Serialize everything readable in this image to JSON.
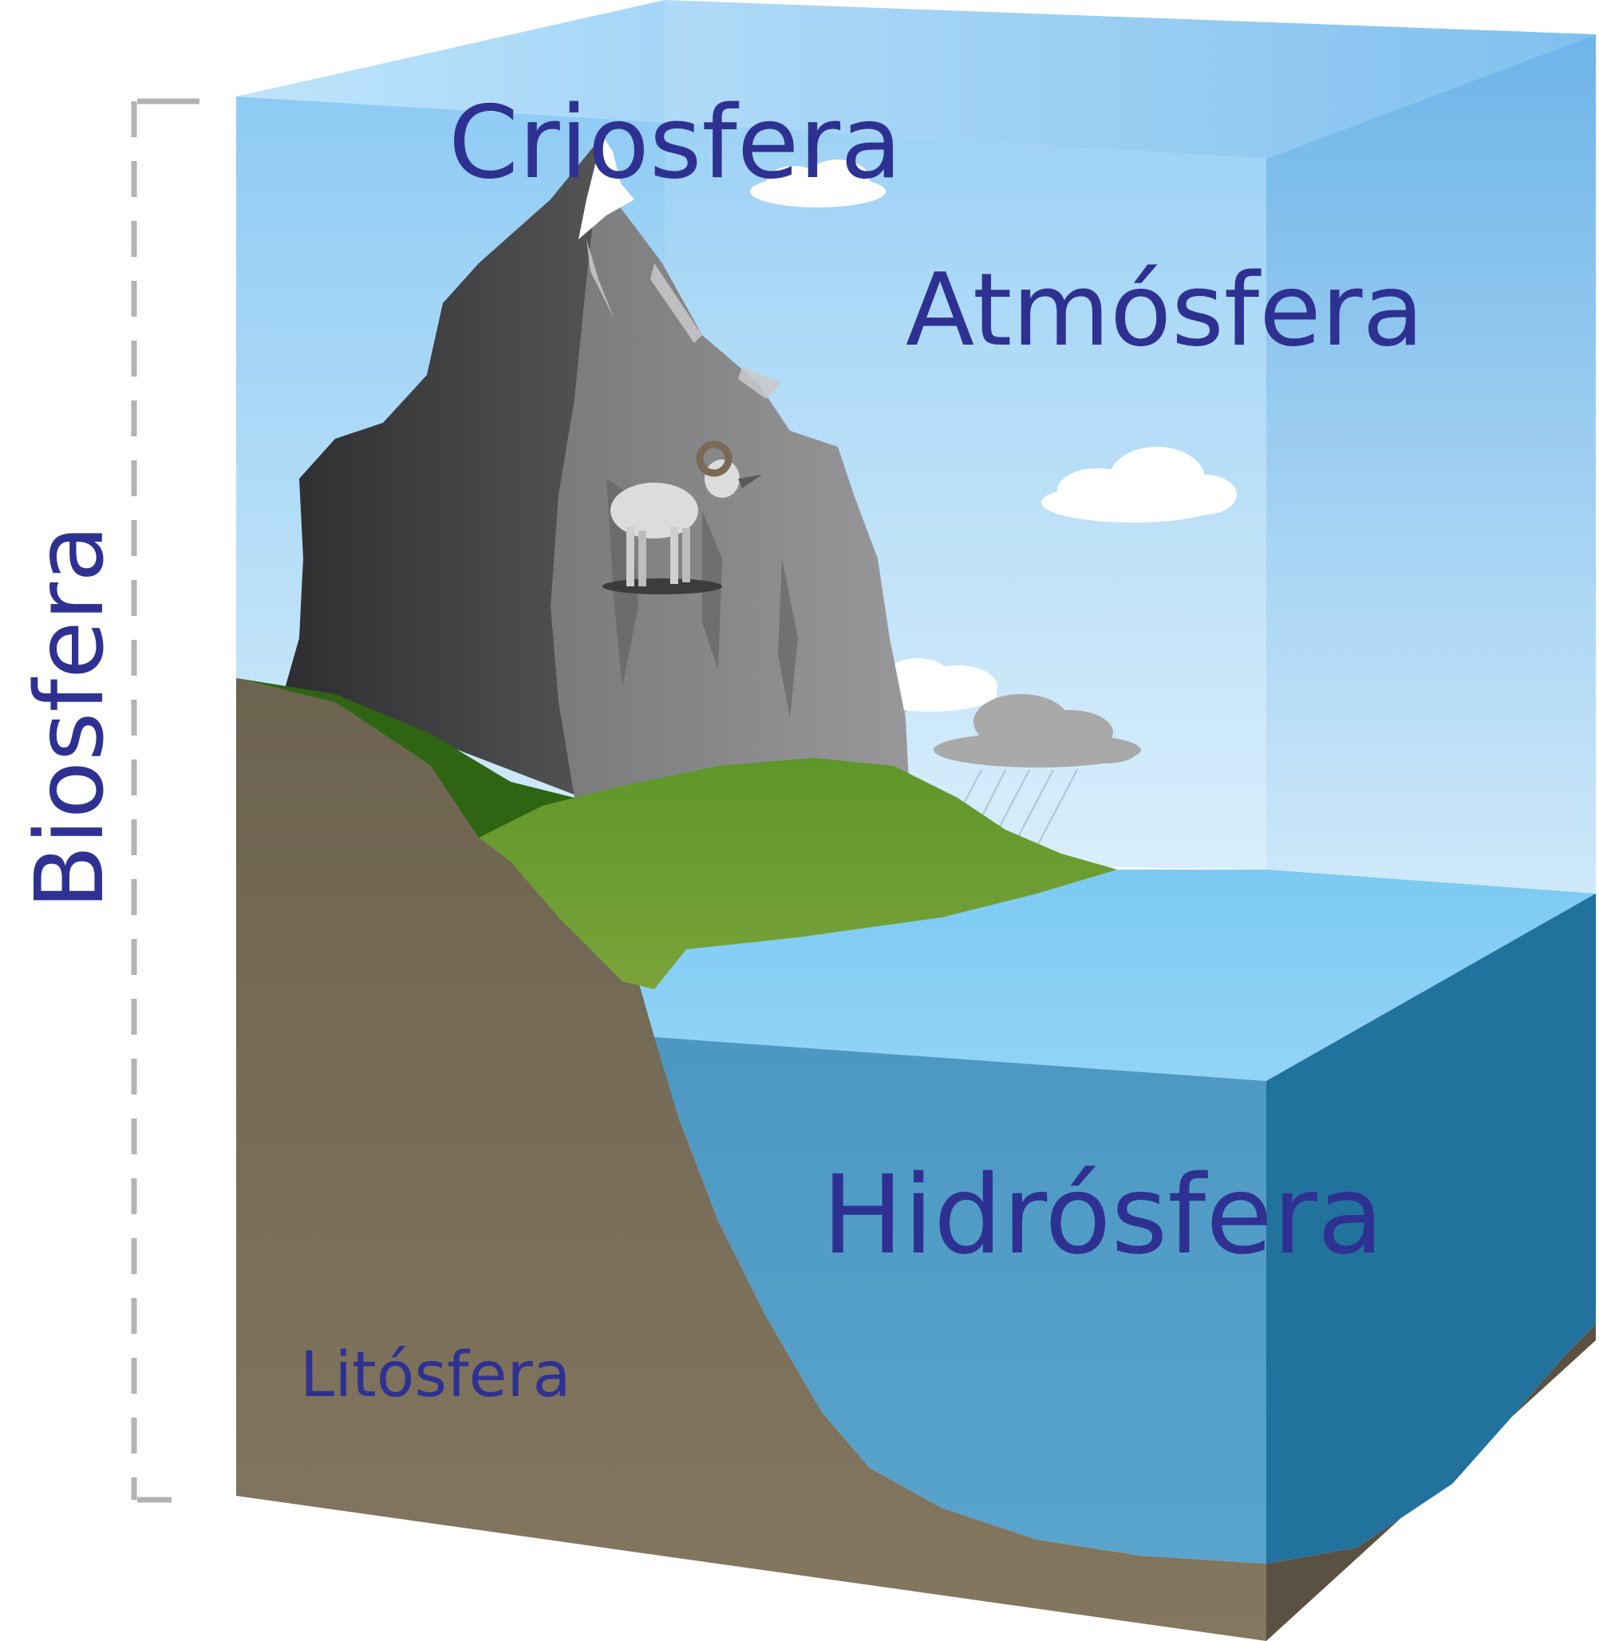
{
  "labels": {
    "biosphere": "Biosfera",
    "cryosphere": "Criosfera",
    "atmosphere": "Atmósfera",
    "hydrosphere": "Hidrósfera",
    "lithosphere": "Litósfera"
  },
  "colors": {
    "label_text": "#2f3192",
    "sky_top": "#8ecbf4",
    "sky_bottom": "#d4ecfb",
    "water_surface": "#86cdf3",
    "water_front": "#4f9cc6",
    "water_side": "#22729e",
    "soil": "#756a58",
    "grass": "#6e9a30",
    "rock": "#707070",
    "bracket": "#b3b3b3"
  }
}
